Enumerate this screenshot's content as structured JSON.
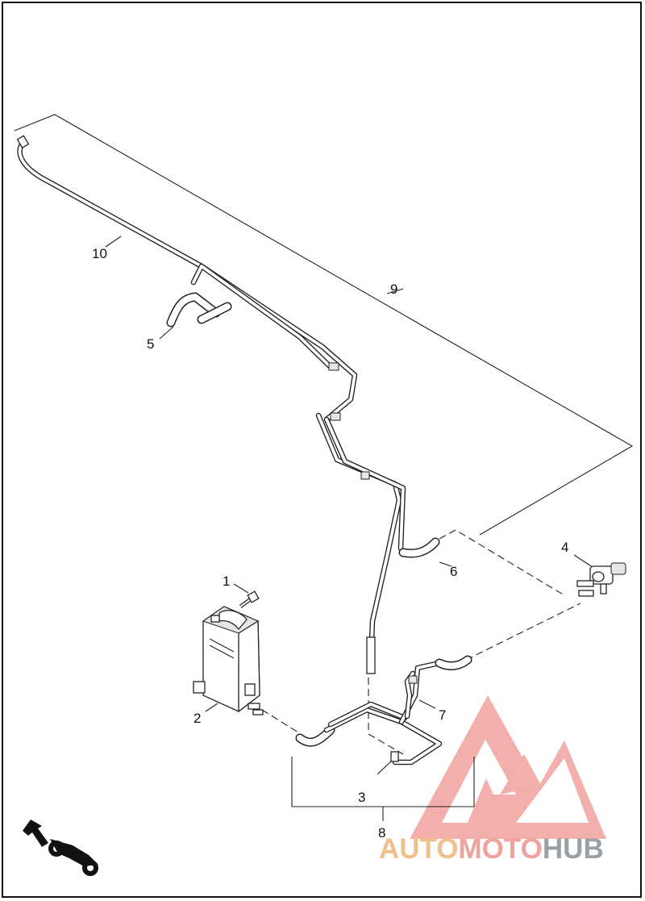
{
  "callouts": [
    {
      "id": "1",
      "label": "1"
    },
    {
      "id": "2",
      "label": "2"
    },
    {
      "id": "3",
      "label": "3"
    },
    {
      "id": "4",
      "label": "4"
    },
    {
      "id": "5",
      "label": "5"
    },
    {
      "id": "6",
      "label": "6"
    },
    {
      "id": "7",
      "label": "7"
    },
    {
      "id": "8",
      "label": "8"
    },
    {
      "id": "9",
      "label": "9"
    },
    {
      "id": "10",
      "label": "10"
    }
  ],
  "watermark": {
    "part1": "AUTO",
    "part2": "MOTO",
    "part3": "HUB"
  },
  "colors": {
    "line": "#222222",
    "watermark_triangle": "#f08a84",
    "watermark_auto": "#f2c08a",
    "watermark_moto": "#f0a29c",
    "watermark_hub": "#9aa0a6"
  },
  "icons": {
    "front_direction": "arrow-motorcycle-icon"
  }
}
